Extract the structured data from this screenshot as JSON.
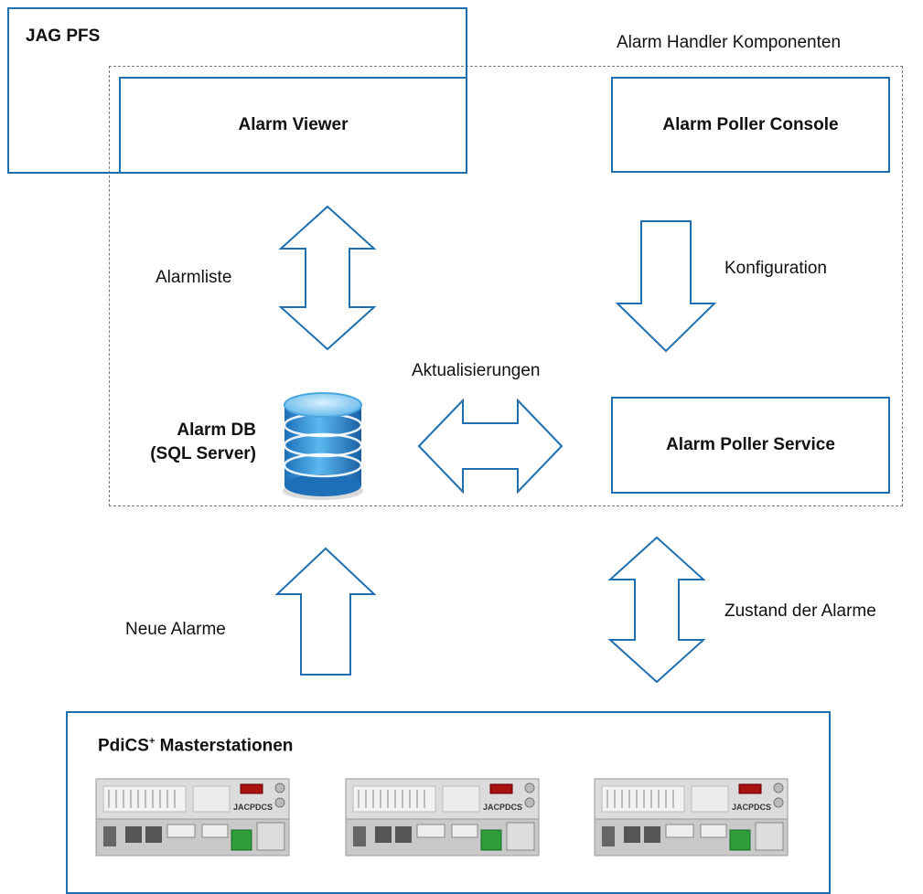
{
  "jag_pfs": {
    "title": "JAG PFS"
  },
  "group": {
    "label": "Alarm Handler Komponenten"
  },
  "boxes": {
    "alarm_viewer": "Alarm Viewer",
    "poller_console": "Alarm Poller Console",
    "poller_service": "Alarm Poller Service"
  },
  "database": {
    "line1": "Alarm DB",
    "line2": "(SQL Server)"
  },
  "arrows": {
    "alarmliste": "Alarmliste",
    "konfiguration": "Konfiguration",
    "aktualisierungen": "Aktualisierungen",
    "neue_alarme": "Neue Alarme",
    "zustand": "Zustand der Alarme"
  },
  "masters": {
    "title_prefix": "PdiCS",
    "title_sup": "+",
    "title_suffix": " Masterstationen",
    "device_count": 3,
    "device_brand": "JACPDCS"
  },
  "colors": {
    "border": "#1f6fb0",
    "dashed": "#777777",
    "db": "#3a9be0"
  }
}
